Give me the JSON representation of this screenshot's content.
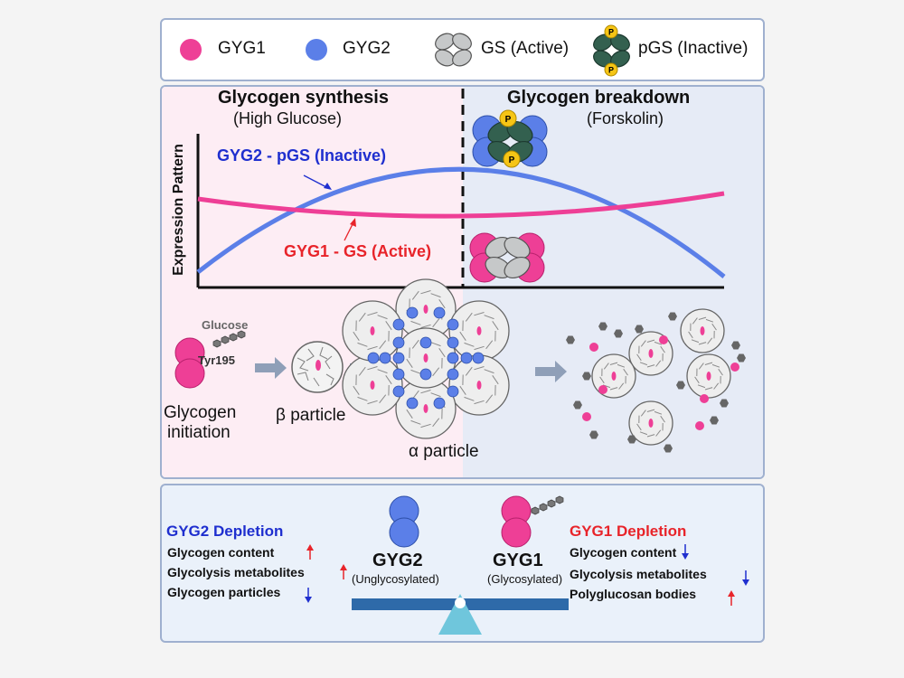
{
  "legend": {
    "gyg1": "GYG1",
    "gyg2": "GYG2",
    "gs_active": "GS (Active)",
    "pgs_inactive": "pGS (Inactive)"
  },
  "synthesis": {
    "title": "Glycogen synthesis",
    "subtitle": "(High Glucose)"
  },
  "breakdown": {
    "title": "Glycogen breakdown",
    "subtitle": "(Forskolin)"
  },
  "plot": {
    "ylabel": "Expression Pattern",
    "gyg2_label": "GYG2 - pGS (Inactive)",
    "gyg1_label": "GYG1 - GS (Active)"
  },
  "pathway": {
    "glucose": "Glucose",
    "tyr": "Tyr195",
    "initiation_line1": "Glycogen",
    "initiation_line2": "initiation",
    "beta": "β particle",
    "alpha": "α particle"
  },
  "phospho_mark": "P",
  "gyg2_depletion": {
    "title": "GYG2 Depletion",
    "items": [
      "Glycogen content",
      "Glycolysis metabolites",
      "Glycogen particles"
    ]
  },
  "gyg1_depletion": {
    "title": "GYG1 Depletion",
    "items": [
      "Glycogen content",
      "Glycolysis metabolites",
      "Polyglucosan bodies"
    ]
  },
  "balance": {
    "gyg2_name": "GYG2",
    "gyg2_state": "(Unglycosylated)",
    "gyg1_name": "GYG1",
    "gyg1_state": "(Glycosylated)"
  },
  "colors": {
    "gyg1": "#ee3f96",
    "gyg2": "#5b7fe8",
    "gs": "#c6c8c9",
    "pgs": "#33604f",
    "phospho": "#f6c515",
    "red_text": "#e8242a",
    "blue_text": "#1f2fcf",
    "synthesis_bg": "#fdedf4",
    "breakdown_bg": "#e6ebf6"
  }
}
